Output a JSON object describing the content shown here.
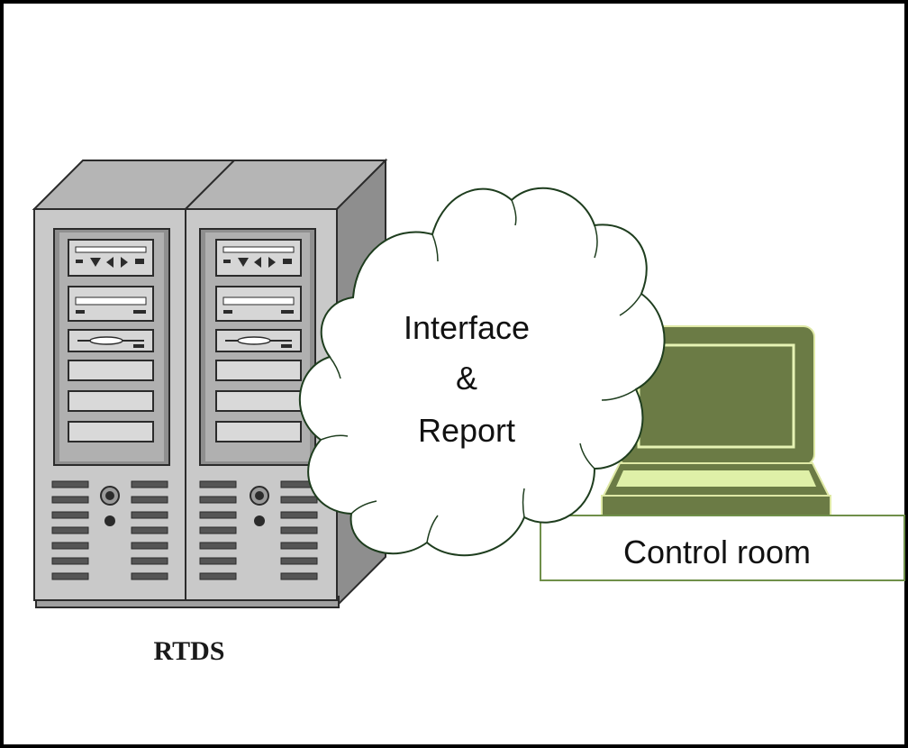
{
  "diagram": {
    "nodes": {
      "rtds": {
        "label": "RTDS"
      },
      "cloud": {
        "lines": [
          "Interface",
          "&",
          "Report"
        ]
      },
      "control_room": {
        "label": "Control room"
      }
    },
    "colors": {
      "border": "#000000",
      "server_body": "#c9c9c9",
      "server_dark": "#8e8e8e",
      "server_outline": "#2b2b2b",
      "cloud_fill": "#ffffff",
      "cloud_stroke": "#1e3d1e",
      "laptop_fill": "#6b7b45",
      "laptop_screen_line": "#e6f3b4",
      "laptop_keyboard": "#dff0a8",
      "label_box_stroke": "#6f8f4a"
    },
    "icons": [
      "server-rack-icon",
      "cloud-icon",
      "laptop-icon"
    ]
  }
}
